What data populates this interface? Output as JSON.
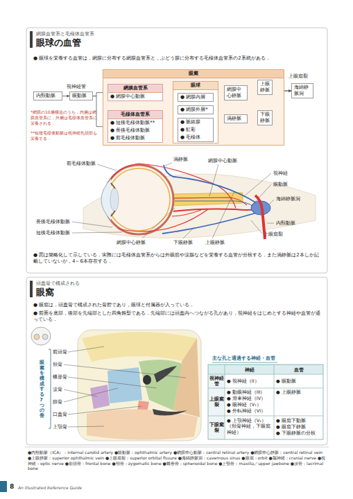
{
  "diagram": {
    "title": "眼球の血管",
    "nodes": [
      {
        "text": [
          "内頸動脈"
        ]
      },
      {
        "text": [
          "眼動脈"
        ]
      },
      {
        "text": [
          "眼窩"
        ]
      },
      {
        "text": [
          "網膜血管系",
          "● 網膜中心動脈"
        ],
        "in": 2
      },
      {
        "text": [
          "毛様体血管系",
          "● 短後毛様体動脈**",
          "● 長後毛様体動脈",
          "● 前毛様体動脈"
        ],
        "in": 2
      },
      {
        "text": [
          "眼球"
        ],
        "in": 2
      },
      {
        "text": [
          "● 網膜内層"
        ],
        "in": 5
      },
      {
        "text": [
          "● 網膜外層*"
        ],
        "in": 5
      },
      {
        "text": [
          "● 脈絡膜",
          "● 虹彩",
          "● 毛様体"
        ],
        "in": 5
      },
      {
        "text": [
          "網膜中心静脈"
        ],
        "in": 2
      },
      {
        "text": [
          "渦静脈"
        ],
        "in": 2
      },
      {
        "text": [
          "上眼静脈"
        ],
        "in": 2
      },
      {
        "text": [
          "下眼静脈"
        ],
        "in": 2
      },
      {
        "text": [
          "海綿静脈洞"
        ]
      }
    ],
    "edges": [
      {
        "from": 0,
        "to": 1,
        "arrow": "to"
      },
      {
        "from": 1,
        "to": 3,
        "arrow": "to"
      },
      {
        "from": 1,
        "to": 4,
        "arrow": "to"
      },
      {
        "from": 3,
        "to": 6,
        "arrow": "to"
      },
      {
        "from": 4,
        "to": 7,
        "arrow": "to"
      },
      {
        "from": 4,
        "to": 8,
        "arrow": "to"
      },
      {
        "from": 6,
        "to": 9,
        "arrow": "to"
      },
      {
        "from": 8,
        "to": 10,
        "arrow": "to"
      },
      {
        "from": 9,
        "to": 11,
        "arrow": "to"
      },
      {
        "from": 9,
        "to": 12,
        "arrow": "to"
      },
      {
        "from": 10,
        "to": 11,
        "arrow": "to"
      },
      {
        "from": 10,
        "to": 12,
        "arrow": "to"
      },
      {
        "from": 11,
        "to": 13,
        "arrow": "to"
      },
      {
        "from": 12,
        "to": 13,
        "arrow": "to"
      }
    ],
    "labels": [
      "網膜血管系と毛様体血管系",
      "● 眼球を栄養する血管は，網膜に分布する網膜血管系と，ぶどう膜に分布する毛様体血管系の2系統がある．",
      "視神経管",
      "上眼窩裂",
      "*網膜の10層構造のうち，内層は網膜血管系に，外層は毛様体血管系に栄養される．",
      "**短後毛様体動脈は視神経乳頭部も栄養する．",
      "前毛様体動脈",
      "渦静脈",
      "網膜中心動脈",
      "視神経",
      "眼動脈",
      "海綿静脈洞",
      "内頸動脈",
      "上眼窩裂",
      "長後毛様体動脈",
      "短後毛様体動脈",
      "網膜中心静脈",
      "下眼静脈",
      "上眼静脈",
      "● 図は簡略化して示している．実際には毛様体血管系からは外眼筋や涙腺などを栄養する血管が分枝する．また渦静脈は2本しか記載していないが，4～6本存在する．",
      "頭蓋骨で構成される",
      "眼窩",
      "● 眼窩は，頭蓋骨で構成された骨腔であり，眼球と付属器が入っている．",
      "● 前面を底部，後部を先端部とした四角錐型である．先端部には頭蓋内へつながる孔があり，視神経をはじめとする神経や血管が通っている．",
      "眼窩を構成する7つの骨",
      "前頭骨",
      "頬骨",
      "蝶形骨",
      "涙骨",
      "篩骨",
      "口蓋骨",
      "上顎骨",
      "主な孔と通過する神経・血管",
      "神経",
      "血管",
      "視神経管",
      "● 視神経（II）",
      "● 眼動脈",
      "上眼窩裂",
      "● 動眼神経（III）",
      "● 滑車神経（IV）",
      "● 眼神経（V₁）",
      "● 外転神経（VI）",
      "● 上眼静脈",
      "下眼窩裂",
      "● 上顎神経（V₂）（頬骨神経，下眼窩神経）",
      "● 眼窩下動脈",
      "● 眼窩下静脈",
      "● 下眼静脈の分枝",
      "●内頸動脈（ICA）：internal carotid artery ●眼動脈：ophthalmic artery ●網膜中心動脈：central retinal artery ●網膜中心静脈：central retinal vein ●上眼静脈：superior ophthalmic vein ●上眼窩裂：superior orbital fissure ●海綿静脈洞：cavernous sinus ●眼窩：orbit ●脳神経：cranial nerve ●視神経：optic nerve ●前頭骨：frontal bone ●頬骨：zygomatic bone ●蝶形骨：sphenoidal bone ●上顎骨：maxilla／upper jawbone ●涙骨：lacrimal bone",
      "8",
      "An Illustrated Reference Guide"
    ]
  }
}
